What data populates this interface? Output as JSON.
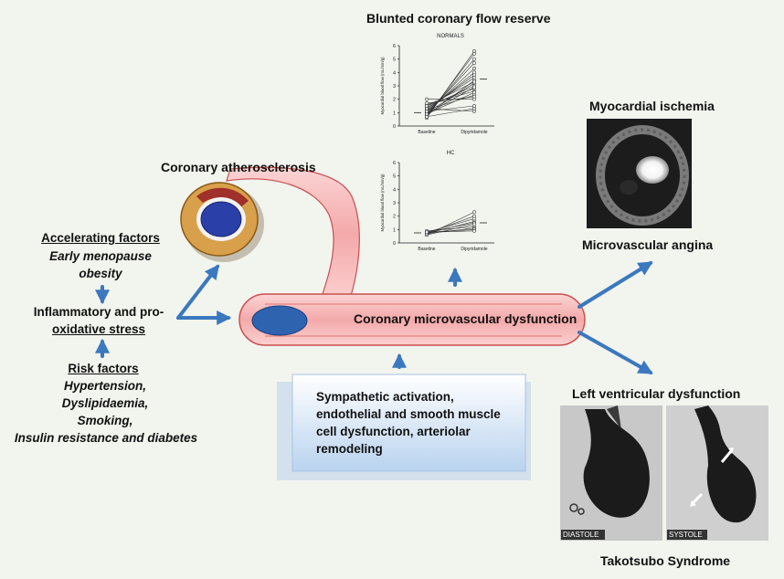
{
  "title_atherosclerosis": "Coronary atherosclerosis",
  "accelerating": {
    "heading": "Accelerating factors",
    "items": [
      "Early menopause",
      "obesity"
    ]
  },
  "inflammatory": {
    "line1": "Inflammatory and pro-",
    "line2": "oxidative stress"
  },
  "risk": {
    "heading": "Risk factors",
    "items": [
      "Hypertension,",
      "Dyslipidaemia,",
      "Smoking,",
      "Insulin  resistance and diabetes"
    ]
  },
  "cmd_label": "Coronary microvascular dysfunction",
  "mechanisms": {
    "lines": [
      "Sympathetic activation,",
      "endothelial and smooth muscle",
      "cell dysfunction, arteriolar",
      "remodeling"
    ]
  },
  "flow_reserve": {
    "title": "Blunted coronary flow reserve",
    "ylabel": "Myocardial blood flow (mL/min/g)",
    "chart_data": [
      {
        "type": "line",
        "title": "NORMALS",
        "categories": [
          "Baseline",
          "Dipyridamole"
        ],
        "ylim": [
          0,
          6
        ],
        "yticks": [
          0,
          1,
          2,
          3,
          4,
          5,
          6
        ],
        "mean_markers": [
          1.0,
          3.5
        ],
        "series": [
          {
            "values": [
              0.6,
              5.6
            ]
          },
          {
            "values": [
              0.7,
              5.4
            ]
          },
          {
            "values": [
              0.8,
              5.0
            ]
          },
          {
            "values": [
              0.9,
              4.7
            ]
          },
          {
            "values": [
              1.0,
              4.3
            ]
          },
          {
            "values": [
              1.1,
              4.0
            ]
          },
          {
            "values": [
              1.2,
              3.8
            ]
          },
          {
            "values": [
              1.3,
              3.6
            ]
          },
          {
            "values": [
              0.8,
              3.4
            ]
          },
          {
            "values": [
              1.0,
              3.2
            ]
          },
          {
            "values": [
              1.4,
              3.0
            ]
          },
          {
            "values": [
              1.5,
              2.8
            ]
          },
          {
            "values": [
              1.6,
              2.6
            ]
          },
          {
            "values": [
              0.9,
              2.5
            ]
          },
          {
            "values": [
              1.2,
              2.3
            ]
          },
          {
            "values": [
              1.7,
              2.2
            ]
          },
          {
            "values": [
              2.0,
              2.0
            ]
          },
          {
            "values": [
              1.1,
              1.5
            ]
          },
          {
            "values": [
              0.7,
              1.3
            ]
          },
          {
            "values": [
              1.3,
              1.1
            ]
          },
          {
            "values": [
              0.9,
              2.9
            ]
          },
          {
            "values": [
              1.5,
              3.3
            ]
          }
        ]
      },
      {
        "type": "line",
        "title": "HC",
        "categories": [
          "Baseline",
          "Dipyridamole"
        ],
        "ylim": [
          0,
          6
        ],
        "yticks": [
          0,
          1,
          2,
          3,
          4,
          5,
          6
        ],
        "mean_markers": [
          0.75,
          1.5
        ],
        "series": [
          {
            "values": [
              0.6,
              2.3
            ]
          },
          {
            "values": [
              0.7,
              2.0
            ]
          },
          {
            "values": [
              0.8,
              1.8
            ]
          },
          {
            "values": [
              0.7,
              1.6
            ]
          },
          {
            "values": [
              0.8,
              1.5
            ]
          },
          {
            "values": [
              0.6,
              1.4
            ]
          },
          {
            "values": [
              0.9,
              1.2
            ]
          },
          {
            "values": [
              0.7,
              1.1
            ]
          },
          {
            "values": [
              0.8,
              1.0
            ]
          },
          {
            "values": [
              0.8,
              0.9
            ]
          }
        ]
      }
    ]
  },
  "myocardial_ischemia": "Myocardial ischemia",
  "microvascular_angina": "Microvascular angina",
  "lv_dysfunction": "Left ventricular dysfunction",
  "takotsubo": {
    "title": "Takotsubo Syndrome",
    "left_label": "DIASTOLE",
    "right_label": "SYSTOLE"
  },
  "colors": {
    "arrow": "#3a78bf",
    "vessel_fill": "#f7b8b8",
    "vessel_stroke": "#c9504f",
    "lumen": "#2e63b0",
    "box_fill": "#d6e6f6",
    "box_border": "#a9c4e4"
  }
}
